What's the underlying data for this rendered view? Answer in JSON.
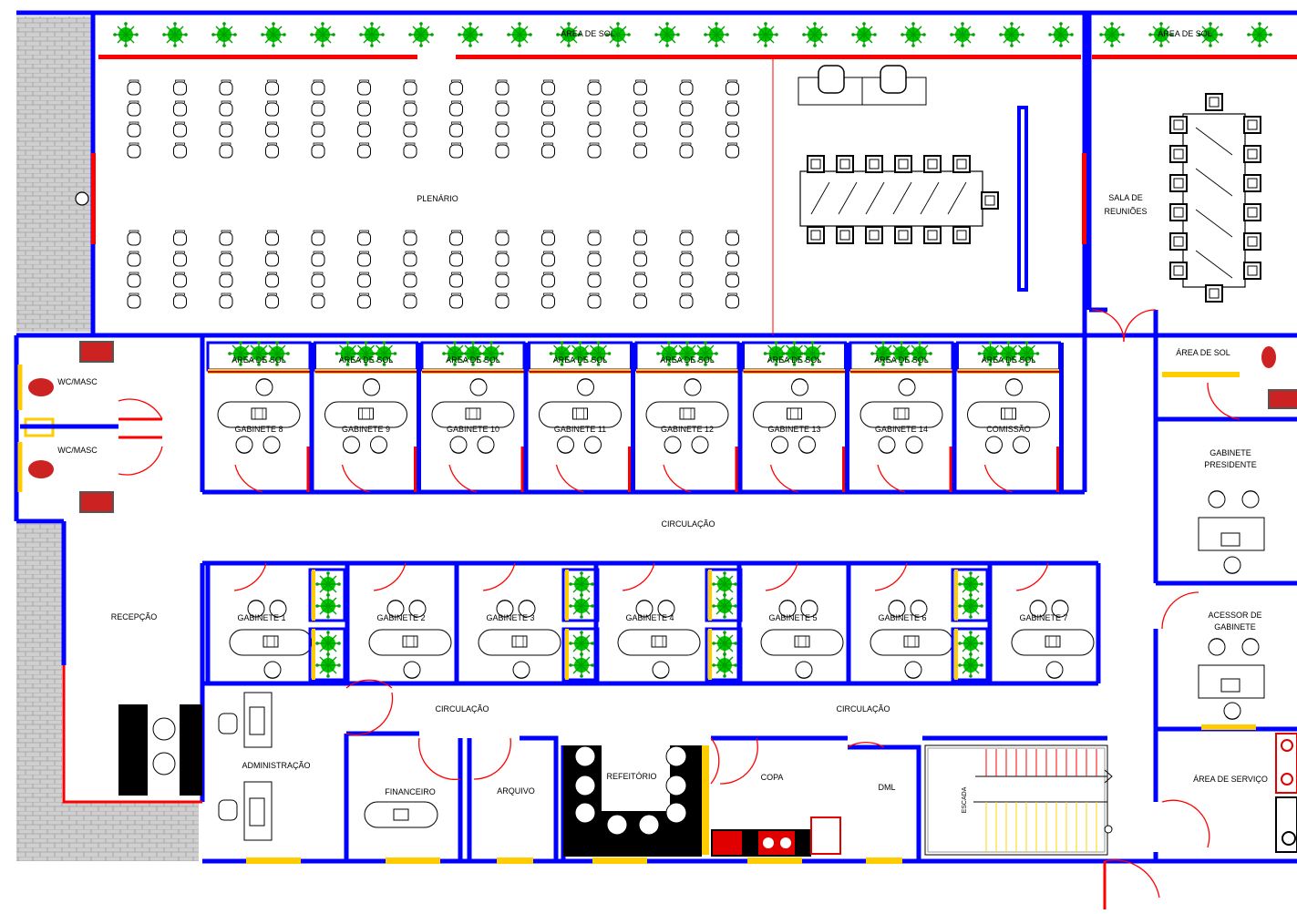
{
  "drawing": {
    "title": "",
    "colors": {
      "wall": "#0000ff",
      "door": "#ff0000",
      "window": "#ffd700",
      "planting": "#00b400",
      "paving": "#c8c8c8",
      "furniture": "#000000",
      "sanitary": "#cc0000"
    }
  },
  "rooms": {
    "area_sol_top_left": "ÁREA DE SOL",
    "area_sol_top_right": "ÁREA DE SOL",
    "plenario": "PLENÁRIO",
    "sala_reunioes_1": "SALA DE",
    "sala_reunioes_2": "REUNIÕES",
    "wc_masc_1": "WC/MASC",
    "wc_masc_2": "WC/MASC",
    "area_sol_gab": [
      "ÁREA DE SOL",
      "ÁREA DE SOL",
      "ÁREA DE SOL",
      "ÁREA DE SOL",
      "ÁREA DE SOL",
      "ÁREA DE SOL",
      "ÁREA DE SOL",
      "ÁREA DE SOL"
    ],
    "top_gabinetes": [
      "GABINETE 8",
      "GABINETE 9",
      "GABINETE 10",
      "GABINETE 11",
      "GABINETE 12",
      "GABINETE 13",
      "GABINETE 14",
      "COMISSÃO"
    ],
    "area_sol_pres": "ÁREA DE SOL",
    "gab_presidente_1": "GABINETE",
    "gab_presidente_2": "PRESIDENTE",
    "circulacao_top": "CIRCULAÇÃO",
    "recepcao": "RECEPÇÃO",
    "bottom_gabinetes": [
      "GABINETE 1",
      "GABINETE 2",
      "GABINETE 3",
      "GABINETE 4",
      "GABINETE 5",
      "GABINETE 6",
      "GABINETE 7"
    ],
    "acessor_1": "ACESSOR DE",
    "acessor_2": "GABINETE",
    "circulacao_left": "CIRCULAÇÃO",
    "circulacao_right": "CIRCULAÇÃO",
    "administracao": "ADMINISTRAÇÃO",
    "financeiro": "FINANCEIRO",
    "arquivo": "ARQUIVO",
    "refeitorio": "REFEITÓRIO",
    "copa": "COPA",
    "dml": "DML",
    "escada": "ESCADA",
    "area_servico": "ÁREA DE SERVIÇO"
  }
}
